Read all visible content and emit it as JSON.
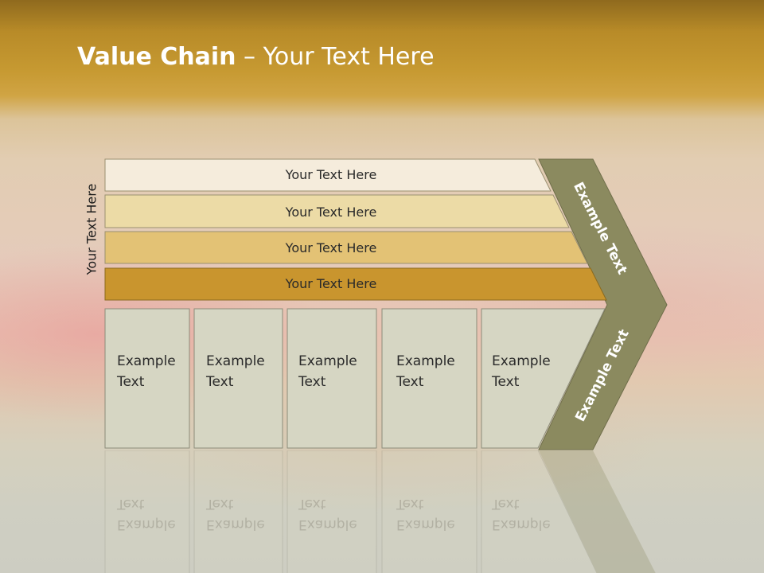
{
  "title": {
    "bold": "Value Chain",
    "rest": " – Your Text Here"
  },
  "vertical_label": "Your Text Here",
  "support_activities": [
    {
      "label": "Your Text Here",
      "color": "#f5ecdc"
    },
    {
      "label": "Your Text Here",
      "color": "#ecdba6"
    },
    {
      "label": "Your Text Here",
      "color": "#e3c275"
    },
    {
      "label": "Your Text Here",
      "color": "#c9952e"
    }
  ],
  "primary_activities": [
    {
      "line1": "Example",
      "line2": "Text"
    },
    {
      "line1": "Example",
      "line2": "Text"
    },
    {
      "line1": "Example",
      "line2": "Text"
    },
    {
      "line1": "Example",
      "line2": "Text"
    },
    {
      "line1": "Example",
      "line2": "Text"
    }
  ],
  "margin": {
    "upper_label": "Example Text",
    "lower_label": "Example Text",
    "color": "#8b8a5f"
  },
  "box_color": "#d6d6c3"
}
